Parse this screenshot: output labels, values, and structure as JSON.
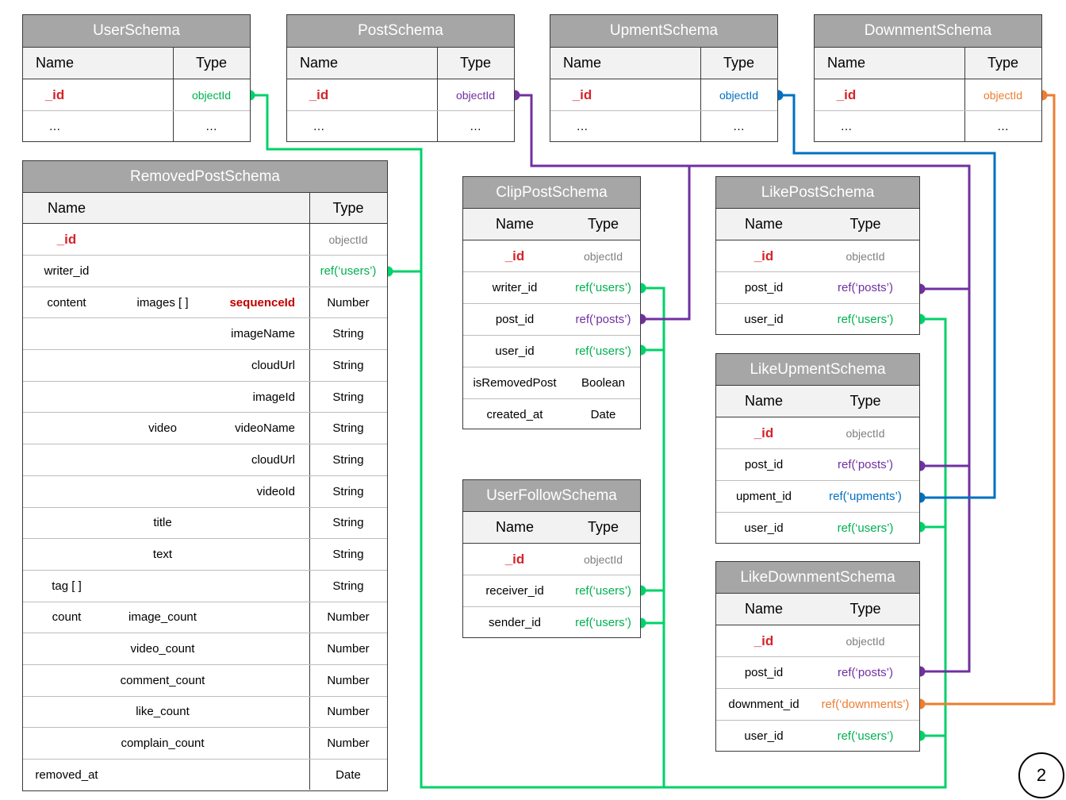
{
  "labels": {
    "name": "Name",
    "type": "Type",
    "id": "_id",
    "object_id": "objectId",
    "ellipsis": "…"
  },
  "schemas": {
    "user": {
      "title": "UserSchema"
    },
    "post": {
      "title": "PostSchema"
    },
    "upment": {
      "title": "UpmentSchema"
    },
    "downment": {
      "title": "DownmentSchema"
    },
    "removed_post": {
      "title": "RemovedPostSchema",
      "rows": [
        {
          "c1": "writer_id",
          "c2": "",
          "c3": "",
          "type": "ref(‘users’)"
        },
        {
          "c1": "content",
          "c2": "images [ ]",
          "c3": "sequenceId",
          "type": "Number"
        },
        {
          "c1": "",
          "c2": "",
          "c3": "imageName",
          "type": "String"
        },
        {
          "c1": "",
          "c2": "",
          "c3": "cloudUrl",
          "type": "String"
        },
        {
          "c1": "",
          "c2": "",
          "c3": "imageId",
          "type": "String"
        },
        {
          "c1": "",
          "c2": "video",
          "c3": "videoName",
          "type": "String"
        },
        {
          "c1": "",
          "c2": "",
          "c3": "cloudUrl",
          "type": "String"
        },
        {
          "c1": "",
          "c2": "",
          "c3": "videoId",
          "type": "String"
        },
        {
          "c1": "",
          "c2": "title",
          "c3": "",
          "type": "String"
        },
        {
          "c1": "",
          "c2": "text",
          "c3": "",
          "type": "String"
        },
        {
          "c1": "tag [ ]",
          "c2": "",
          "c3": "",
          "type": "String"
        },
        {
          "c1": "count",
          "c2": "image_count",
          "c3": "",
          "type": "Number"
        },
        {
          "c1": "",
          "c2": "video_count",
          "c3": "",
          "type": "Number"
        },
        {
          "c1": "",
          "c2": "comment_count",
          "c3": "",
          "type": "Number"
        },
        {
          "c1": "",
          "c2": "like_count",
          "c3": "",
          "type": "Number"
        },
        {
          "c1": "",
          "c2": "complain_count",
          "c3": "",
          "type": "Number"
        },
        {
          "c1": "removed_at",
          "c2": "",
          "c3": "",
          "type": "Date"
        }
      ]
    },
    "clip_post": {
      "title": "ClipPostSchema",
      "rows": [
        {
          "name": "writer_id",
          "type": "ref(‘users’)"
        },
        {
          "name": "post_id",
          "type": "ref(‘posts’)"
        },
        {
          "name": "user_id",
          "type": "ref(‘users’)"
        },
        {
          "name": "isRemovedPost",
          "type": "Boolean"
        },
        {
          "name": "created_at",
          "type": "Date"
        }
      ]
    },
    "user_follow": {
      "title": "UserFollowSchema",
      "rows": [
        {
          "name": "receiver_id",
          "type": "ref(‘users’)"
        },
        {
          "name": "sender_id",
          "type": "ref(‘users’)"
        }
      ]
    },
    "like_post": {
      "title": "LikePostSchema",
      "rows": [
        {
          "name": "post_id",
          "type": "ref(‘posts’)"
        },
        {
          "name": "user_id",
          "type": "ref(‘users’)"
        }
      ]
    },
    "like_upment": {
      "title": "LikeUpmentSchema",
      "rows": [
        {
          "name": "post_id",
          "type": "ref(‘posts’)"
        },
        {
          "name": "upment_id",
          "type": "ref(‘upments’)"
        },
        {
          "name": "user_id",
          "type": "ref(‘users’)"
        }
      ]
    },
    "like_downment": {
      "title": "LikeDownmentSchema",
      "rows": [
        {
          "name": "post_id",
          "type": "ref(‘posts’)"
        },
        {
          "name": "downment_id",
          "type": "ref(‘downments’)"
        },
        {
          "name": "user_id",
          "type": "ref(‘users’)"
        }
      ]
    }
  },
  "relation_colors": {
    "users": "#00d26a",
    "posts": "#7030a0",
    "upments": "#0070c0",
    "downments": "#ed7d31"
  },
  "page_number": "2"
}
